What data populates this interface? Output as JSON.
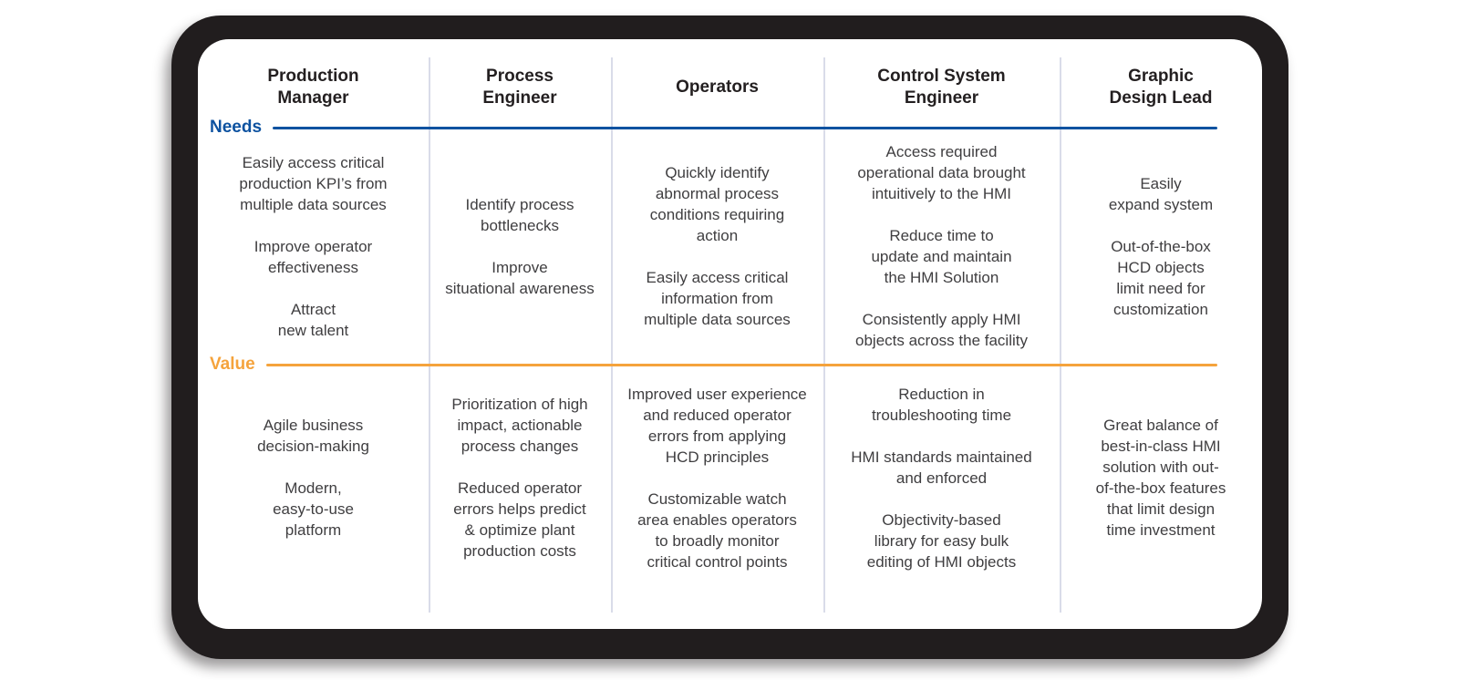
{
  "table": {
    "section_labels": {
      "needs": "Needs",
      "value": "Value"
    },
    "colors": {
      "needs_accent": "#0d52a0",
      "value_accent": "#f5a33c",
      "frame": "#211d1e",
      "divider": "#d9dce9",
      "header_text": "#231f20",
      "body_text": "#3f3e40"
    },
    "columns": [
      {
        "header": "Production\nManager",
        "needs": [
          "Easily access critical\nproduction KPI’s from\nmultiple data sources",
          "Improve operator\neffectiveness",
          "Attract\nnew talent"
        ],
        "value": [
          "Agile business\ndecision-making",
          "Modern,\neasy-to-use\nplatform"
        ]
      },
      {
        "header": "Process\nEngineer",
        "needs": [
          "Identify process\nbottlenecks",
          "Improve\nsituational awareness"
        ],
        "value": [
          "Prioritization of high\nimpact, actionable\nprocess changes",
          "Reduced operator\nerrors helps predict\n& optimize plant\nproduction costs"
        ]
      },
      {
        "header": "Operators",
        "needs": [
          "Quickly identify\nabnormal process\nconditions requiring\naction",
          "Easily access critical\ninformation from\nmultiple data sources"
        ],
        "value": [
          "Improved user experience\nand reduced operator\nerrors from applying\nHCD principles",
          "Customizable watch\narea enables operators\nto broadly monitor\ncritical control points"
        ]
      },
      {
        "header": "Control System\nEngineer",
        "needs": [
          "Access required\noperational data brought\nintuitively to the HMI",
          "Reduce time to\nupdate and maintain\nthe HMI Solution",
          "Consistently apply HMI\nobjects across the facility"
        ],
        "value": [
          "Reduction in\ntroubleshooting time",
          "HMI standards maintained\nand enforced",
          "Objectivity-based\nlibrary for easy bulk\nediting of HMI objects"
        ]
      },
      {
        "header": "Graphic\nDesign Lead",
        "needs": [
          "Easily\nexpand system",
          "Out-of-the-box\nHCD objects\nlimit need for\ncustomization"
        ],
        "value": [
          "Great balance of\nbest-in-class HMI\nsolution with out-\nof-the-box features\nthat limit design\ntime investment"
        ]
      }
    ]
  }
}
